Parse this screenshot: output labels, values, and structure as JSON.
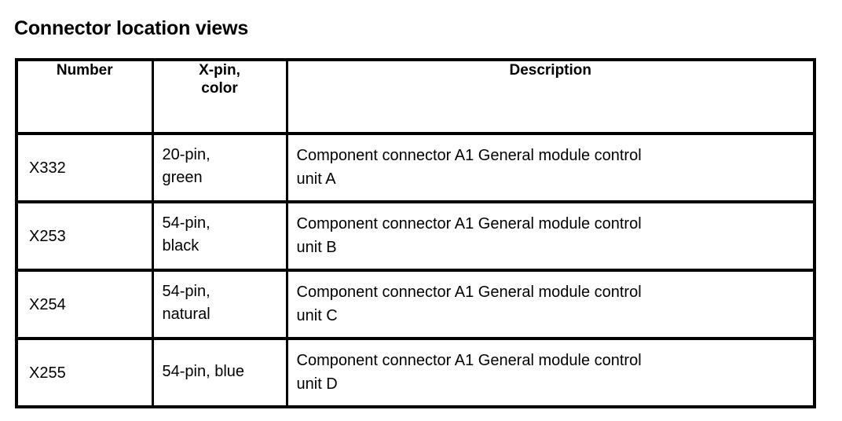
{
  "page": {
    "title": "Connector location views",
    "background_color": "#ffffff",
    "text_color": "#000000",
    "border_color": "#000000"
  },
  "table": {
    "headers": {
      "number": "Number",
      "xpin_line1": "X-pin,",
      "xpin_line2": "color",
      "description": "Description"
    },
    "rows": [
      {
        "number": "X332",
        "xpin_line1": "20-pin,",
        "xpin_line2": "green",
        "xpin_full": "20-pin, green",
        "desc_line1": "Component connector A1 General module control",
        "desc_line2": "unit A",
        "description": "Component connector A1 General module control unit A"
      },
      {
        "number": "X253",
        "xpin_line1": "54-pin,",
        "xpin_line2": "black",
        "xpin_full": "54-pin, black",
        "desc_line1": "Component connector A1 General module control",
        "desc_line2": "unit B",
        "description": "Component connector A1 General module control unit B"
      },
      {
        "number": "X254",
        "xpin_line1": "54-pin,",
        "xpin_line2": "natural",
        "xpin_full": "54-pin, natural",
        "desc_line1": "Component connector A1 General module control",
        "desc_line2": "unit C",
        "description": "Component connector A1 General module control unit C"
      },
      {
        "number": "X255",
        "xpin_line1": "54-pin, blue",
        "xpin_line2": "",
        "xpin_full": "54-pin, blue",
        "desc_line1": "Component connector A1 General module control",
        "desc_line2": "unit D",
        "description": "Component connector A1 General module control unit D"
      }
    ]
  }
}
